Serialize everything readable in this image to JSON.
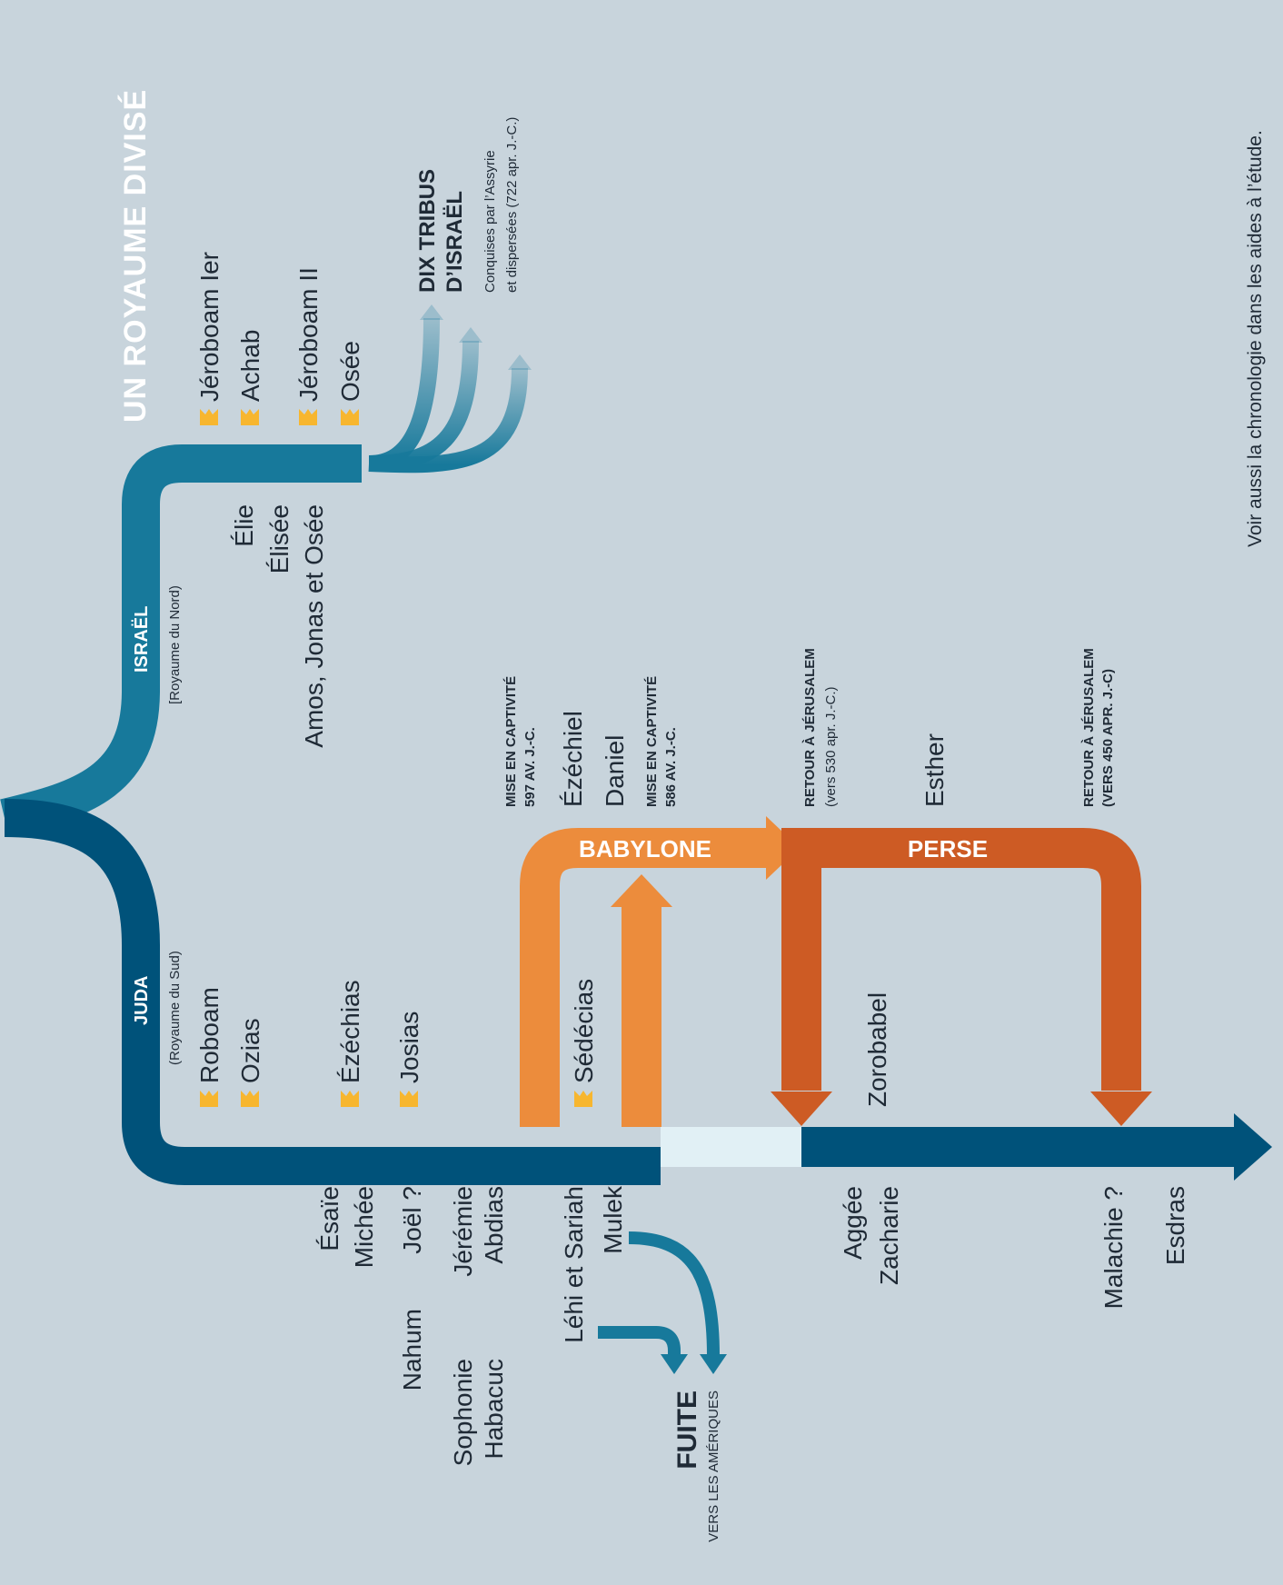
{
  "title": "UN ROYAUME DIVISÉ",
  "footnote": "Voir aussi la chronologie dans les aides à l’étude.",
  "colors": {
    "background": "#c8d4dc",
    "israel_branch": "#17799b",
    "juda_branch": "#00527a",
    "babylon": "#ec8c3c",
    "persia": "#cd5b24",
    "gap": "#e1f0f5",
    "crown": "#f7b62f",
    "text": "#1f2a36"
  },
  "israel": {
    "name": "ISRAËL",
    "subtitle": "[Royaume du Nord)",
    "kings": [
      "Jéroboam Ier",
      "Achab",
      "Jéroboam II",
      "Osée"
    ],
    "prophets": [
      "Élie",
      "Élisée",
      "Amos, Jonas et Osée"
    ],
    "ten_tribes": {
      "title_line1": "DIX TRIBUS",
      "title_line2": "D’ISRAËL",
      "note_line1": "Conquises par l’Assyrie",
      "note_line2": "et dispersées (722 apr. J.-C.)"
    }
  },
  "juda": {
    "name": "JUDA",
    "subtitle": "(Royaume du Sud)",
    "kings": [
      "Roboam",
      "Ozias",
      "Ézéchias",
      "Josias",
      "Sédécias"
    ],
    "prophets": [
      "Ésaïe",
      "Michée",
      "Joël ?",
      "Jérémie",
      "Abdias",
      "Nahum",
      "Sophonie",
      "Habacuc",
      "Léhi et Sariah",
      "Mulek"
    ]
  },
  "captivity": [
    {
      "line1": "MISE EN CAPTIVITÉ",
      "line2": "597 AV. J.-C."
    },
    {
      "line1": "MISE EN CAPTIVITÉ",
      "line2": "586 AV. J.-C."
    }
  ],
  "captivity_figures": [
    "Ézéchiel",
    "Daniel"
  ],
  "empires": [
    "BABYLONE",
    "PERSE"
  ],
  "returns": [
    {
      "line1": "RETOUR À JÉRUSALEM",
      "line2": "(vers 530 apr. J.-C.)"
    },
    {
      "line1": "RETOUR À JÉRUSALEM",
      "line2": "(VERS 450 APR. J.-C)"
    }
  ],
  "return_figures": [
    "Esther",
    "Zorobabel",
    "Aggée",
    "Zacharie",
    "Malachie ?",
    "Esdras"
  ],
  "flight": {
    "title": "FUITE",
    "subtitle": "VERS LES AMÉRIQUES"
  }
}
